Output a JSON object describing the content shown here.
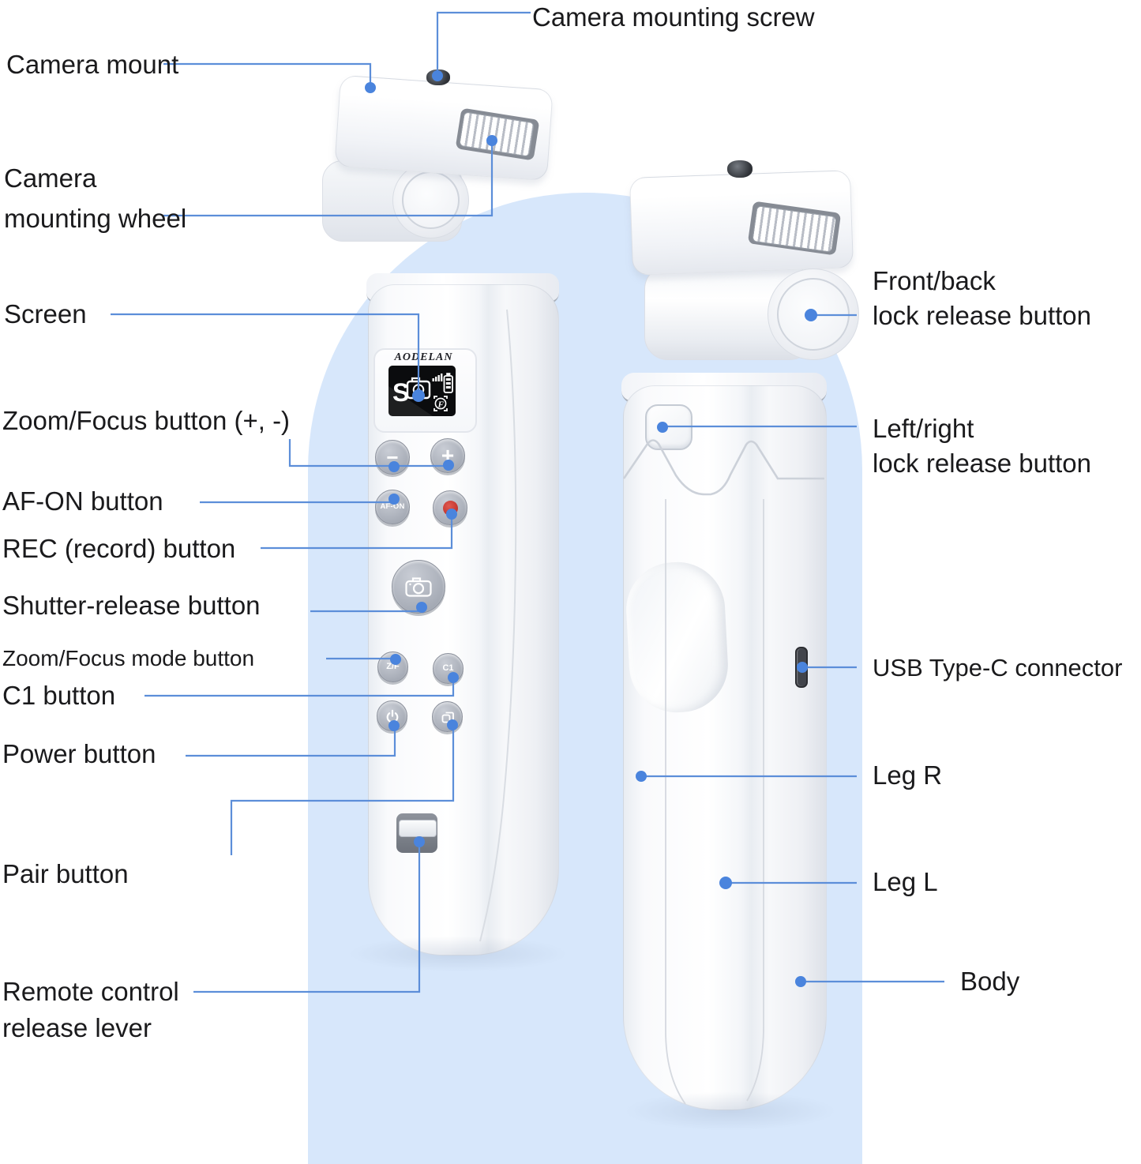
{
  "figure": {
    "type": "product-parts-diagram",
    "subject": "camera shooting grip / mini tripod remote control, front and back views"
  },
  "device": {
    "brand": "AODELAN",
    "screen": {
      "mode_indicator": "S",
      "focus_indicator": "F",
      "icons": [
        "camera-icon",
        "signal-bars-icon",
        "battery-icon",
        "focus-frame-icon"
      ]
    },
    "buttons": {
      "minus": "−",
      "plus": "+",
      "af_on": "AF-ON",
      "zoom_focus_mode": "Z/F",
      "c1": "C1"
    }
  },
  "labels": {
    "camera_mounting_screw": [
      "Camera mounting screw"
    ],
    "camera_mount": [
      "Camera mount"
    ],
    "camera_mounting_wheel": [
      "Camera",
      "mounting wheel"
    ],
    "screen": [
      "Screen"
    ],
    "zoom_focus_button": [
      "Zoom/Focus button (+, -)"
    ],
    "af_on_button": [
      "AF-ON button"
    ],
    "rec_button": [
      "REC (record) button"
    ],
    "shutter_release_button": [
      "Shutter-release button"
    ],
    "zoom_focus_mode_button": [
      "Zoom/Focus mode button"
    ],
    "c1_button": [
      "C1 button"
    ],
    "power_button": [
      "Power button"
    ],
    "pair_button": [
      "Pair button"
    ],
    "remote_control_release_lever": [
      "Remote control",
      "release lever"
    ],
    "front_back_lock": [
      "Front/back",
      "lock release button"
    ],
    "left_right_lock": [
      "Left/right",
      "lock release button"
    ],
    "usb_type_c": [
      "USB Type-C connector"
    ],
    "leg_r": [
      "Leg R"
    ],
    "leg_l": [
      "Leg L"
    ],
    "body": [
      "Body"
    ]
  },
  "colors": {
    "callout_line": "#5c8ed9",
    "callout_dot": "#4a84dd",
    "background_capsule": "#d7e7fb",
    "rec_red": "#c3342d",
    "screen_background": "#0b0c0e",
    "label_text": "#1a1a1c"
  }
}
